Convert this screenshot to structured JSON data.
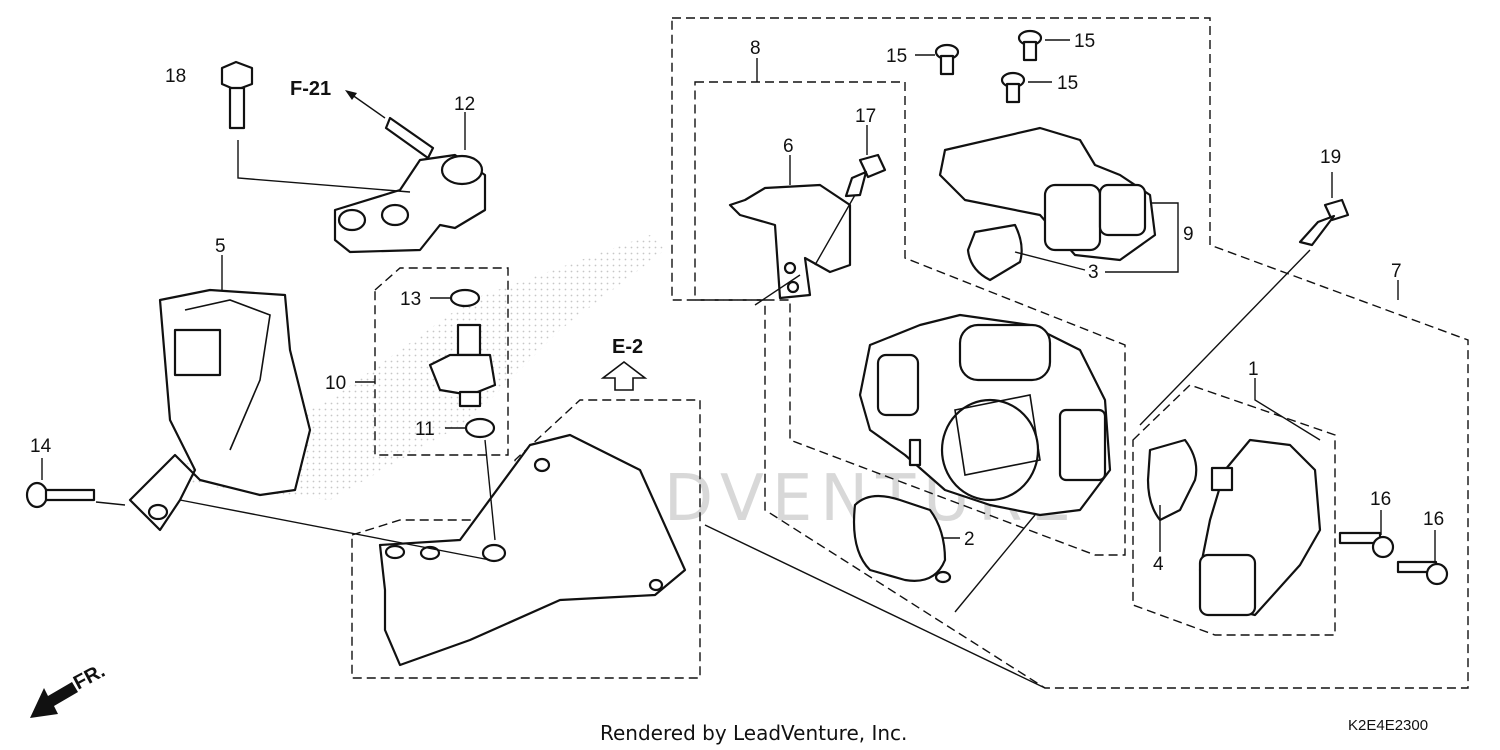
{
  "callouts": {
    "c1": "1",
    "c2": "2",
    "c3": "3",
    "c4": "4",
    "c5": "5",
    "c6": "6",
    "c7": "7",
    "c8": "8",
    "c9": "9",
    "c10": "10",
    "c11": "11",
    "c12": "12",
    "c13": "13",
    "c14": "14",
    "c15a": "15",
    "c15b": "15",
    "c15c": "15",
    "c16a": "16",
    "c16b": "16",
    "c17": "17",
    "c18": "18",
    "c19": "19"
  },
  "references": {
    "f21": "F-21",
    "e2": "E-2",
    "front": "FR."
  },
  "footer": {
    "credit": "Rendered by LeadVenture, Inc.",
    "code": "K2E4E2300"
  },
  "watermark": {
    "text": "LEADVENTURE"
  }
}
